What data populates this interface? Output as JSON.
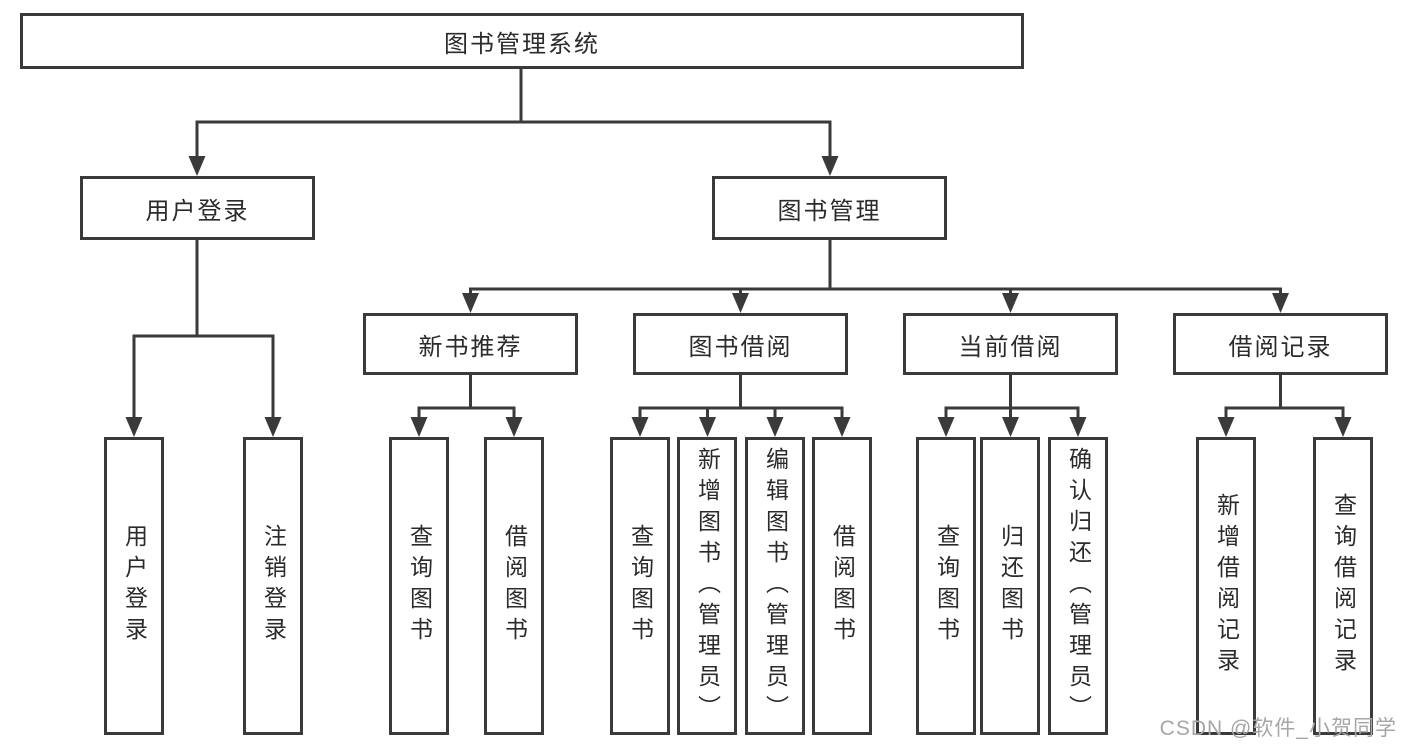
{
  "diagram": {
    "root": {
      "label": "图书管理系统"
    },
    "branches": [
      {
        "label": "用户登录",
        "children": [
          {
            "label": "用户登录"
          },
          {
            "label": "注销登录"
          }
        ]
      },
      {
        "label": "图书管理",
        "groups": [
          {
            "label": "新书推荐",
            "children": [
              {
                "label": "查询图书"
              },
              {
                "label": "借阅图书"
              }
            ]
          },
          {
            "label": "图书借阅",
            "children": [
              {
                "label": "查询图书"
              },
              {
                "label": "新增图书（管理员）"
              },
              {
                "label": "编辑图书（管理员）"
              },
              {
                "label": "借阅图书"
              }
            ]
          },
          {
            "label": "当前借阅",
            "children": [
              {
                "label": "查询图书"
              },
              {
                "label": "归还图书"
              },
              {
                "label": "确认归还（管理员）"
              }
            ]
          },
          {
            "label": "借阅记录",
            "children": [
              {
                "label": "新增借阅记录"
              },
              {
                "label": "查询借阅记录"
              }
            ]
          }
        ]
      }
    ]
  },
  "watermark": {
    "text": "CSDN @软件_小贺同学"
  },
  "colors": {
    "line": "#3a3a3a",
    "text": "#2b2b2b",
    "watermark": "#a6a6a6",
    "background": "#ffffff"
  }
}
